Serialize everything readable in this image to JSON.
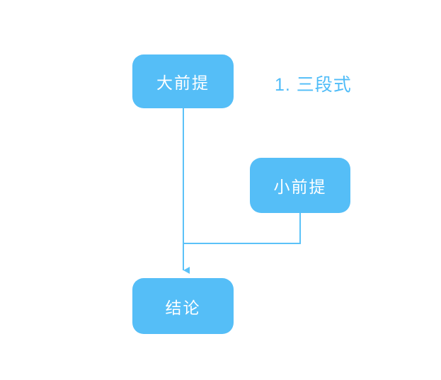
{
  "colors": {
    "background": "#ffffff",
    "node_fill": "#55bef7",
    "node_text": "#ffffff",
    "connector": "#5bc2f8",
    "annotation": "#4fbcf8"
  },
  "annotation": {
    "text": "1. 三段式"
  },
  "nodes": [
    {
      "id": "major-premise",
      "label": "大前提"
    },
    {
      "id": "minor-premise",
      "label": "小前提"
    },
    {
      "id": "conclusion",
      "label": "结论"
    }
  ],
  "edges": [
    {
      "from": "major-premise",
      "to": "conclusion",
      "arrow": true
    },
    {
      "from": "minor-premise",
      "to": "junction",
      "arrow": false
    }
  ]
}
